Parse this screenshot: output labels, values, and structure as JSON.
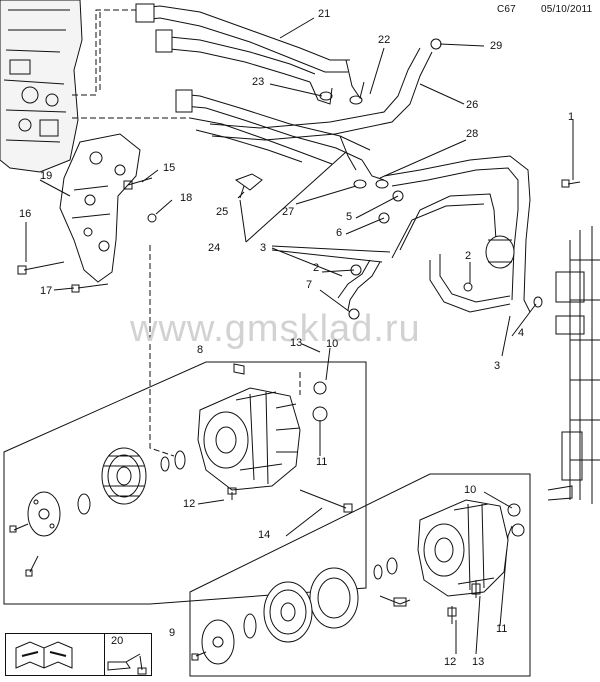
{
  "header": {
    "code": "C67",
    "date": "05/10/2011"
  },
  "watermark": "www.gmsklad.ru",
  "callouts": {
    "c21": "21",
    "c22": "22",
    "c29": "29",
    "c23": "23",
    "c26": "26",
    "c28": "28",
    "c1": "1",
    "c15": "15",
    "c19": "19",
    "c18": "18",
    "c16": "16",
    "c25": "25",
    "c27": "27",
    "c24": "24",
    "c5": "5",
    "c6": "6",
    "c3a": "3",
    "c2a": "2",
    "c7": "7",
    "c17": "17",
    "c2b": "2",
    "c4": "4",
    "c3b": "3",
    "c8": "8",
    "c13a": "13",
    "c10a": "10",
    "c11a": "11",
    "c12a": "12",
    "c14": "14",
    "c10b": "10",
    "c9": "9",
    "c11b": "11",
    "c12b": "12",
    "c13b": "13",
    "c20": "20"
  },
  "legend": {
    "part_number": "20",
    "tool_icon": "wrench-book-icon",
    "can_icon": "oil-can-icon"
  },
  "colors": {
    "line": "#111111",
    "watermark": "#d2d2d2",
    "background": "#ffffff"
  }
}
